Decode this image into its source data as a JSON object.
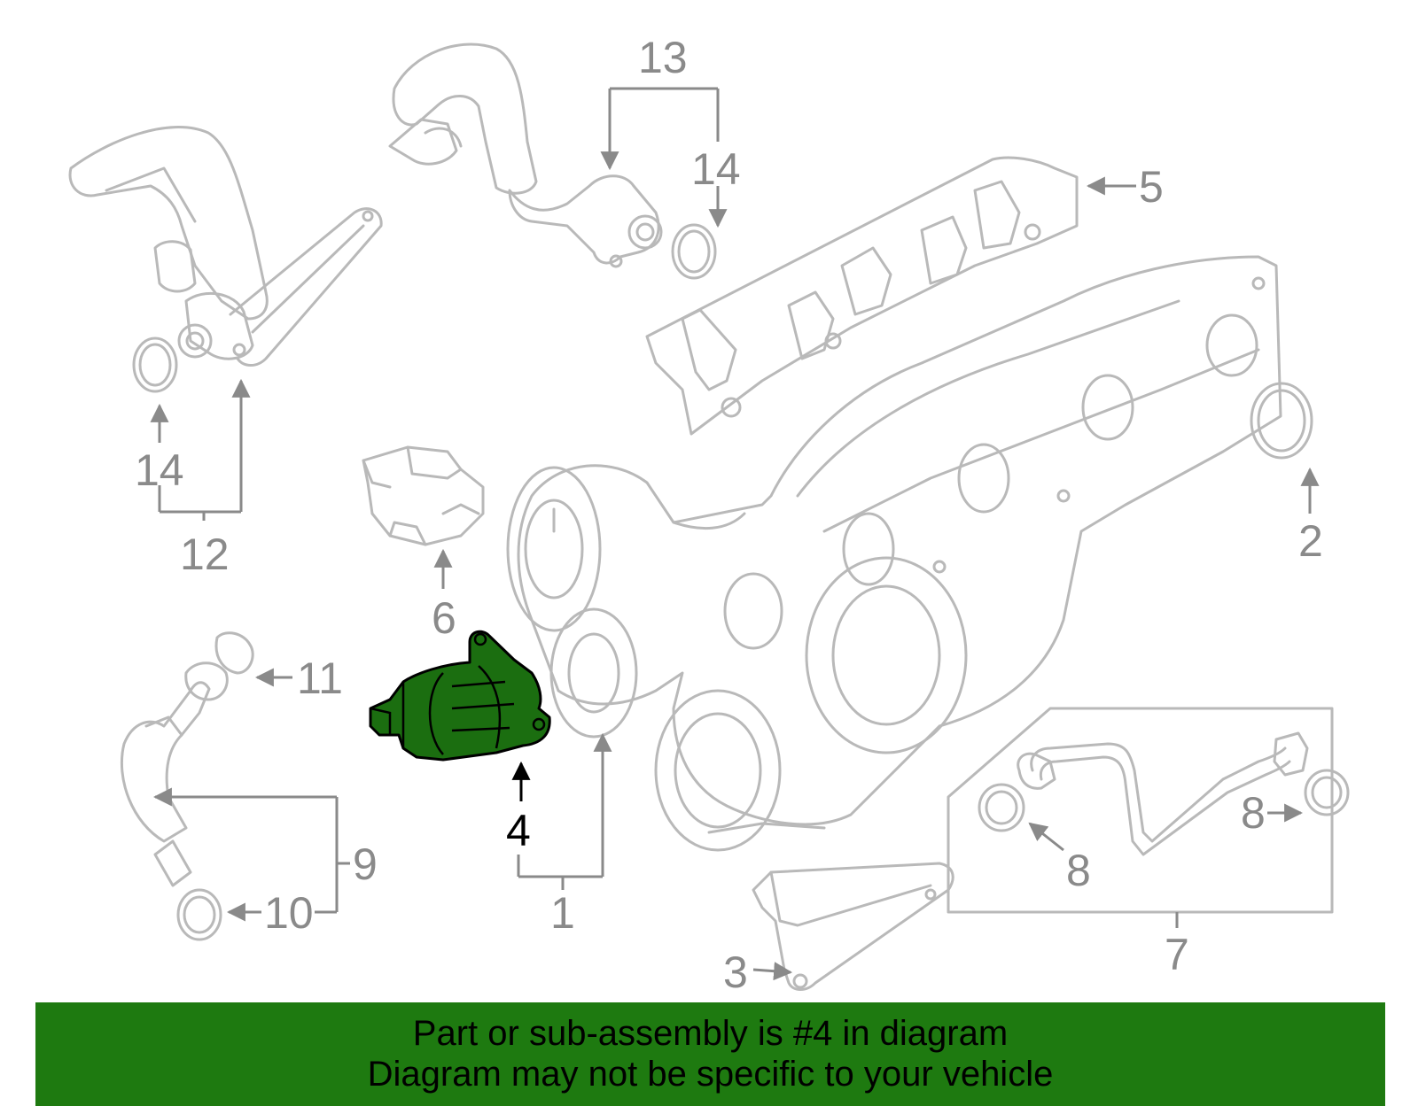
{
  "callouts": {
    "c1": "1",
    "c2": "2",
    "c3": "3",
    "c4": "4",
    "c5": "5",
    "c6": "6",
    "c7": "7",
    "c8a": "8",
    "c8b": "8",
    "c9": "9",
    "c10": "10",
    "c11": "11",
    "c12": "12",
    "c13": "13",
    "c14a": "14",
    "c14b": "14"
  },
  "highlight": {
    "part_number": "4",
    "fill_color": "#1b6e10",
    "outline_color": "#000000"
  },
  "banner": {
    "line1": "Part or sub-assembly is #4 in diagram",
    "line2": "Diagram may not be specific to your vehicle",
    "background_color": "#1e7a10"
  }
}
